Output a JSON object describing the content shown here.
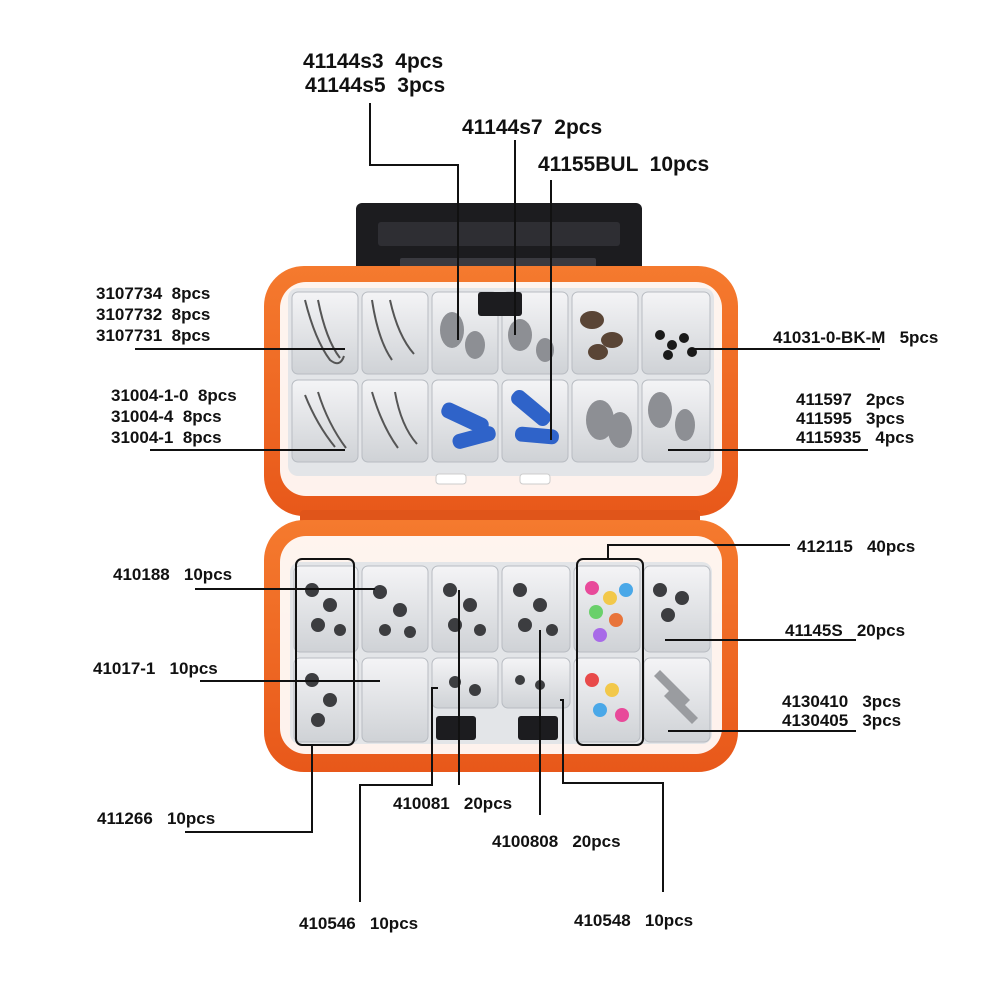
{
  "colors": {
    "case_orange": "#f2631c",
    "case_orange_dark": "#d8501a",
    "latch_black": "#1c1c1f",
    "leader_line": "#111111",
    "background": "#ffffff"
  },
  "labels": {
    "top_41144s3": "41144s3  4pcs",
    "top_41144s5": "41144s5  3pcs",
    "top_41144s7": "41144s7  2pcs",
    "top_41155bul": "41155BUL  10pcs",
    "l_3107734": "3107734  8pcs",
    "l_3107732": "3107732  8pcs",
    "l_3107731": "3107731  8pcs",
    "l_31004_1_0": "31004-1-0  8pcs",
    "l_31004_4": "31004-4  8pcs",
    "l_31004_1": "31004-1  8pcs",
    "r_41031": "41031-0-BK-M   5pcs",
    "r_411597": "411597   2pcs",
    "r_411595": "411595   3pcs",
    "r_4115935": "4115935   4pcs",
    "r_412115": "412115   40pcs",
    "r_41145s": "41145S   20pcs",
    "r_4130410": "4130410   3pcs",
    "r_4130405": "4130405   3pcs",
    "l_410188": "410188   10pcs",
    "l_41017_1": "41017-1   10pcs",
    "b_411266": "411266   10pcs",
    "b_410081": "410081   20pcs",
    "b_4100808": "4100808   20pcs",
    "b_410546": "410546   10pcs",
    "b_410548": "410548   10pcs"
  }
}
